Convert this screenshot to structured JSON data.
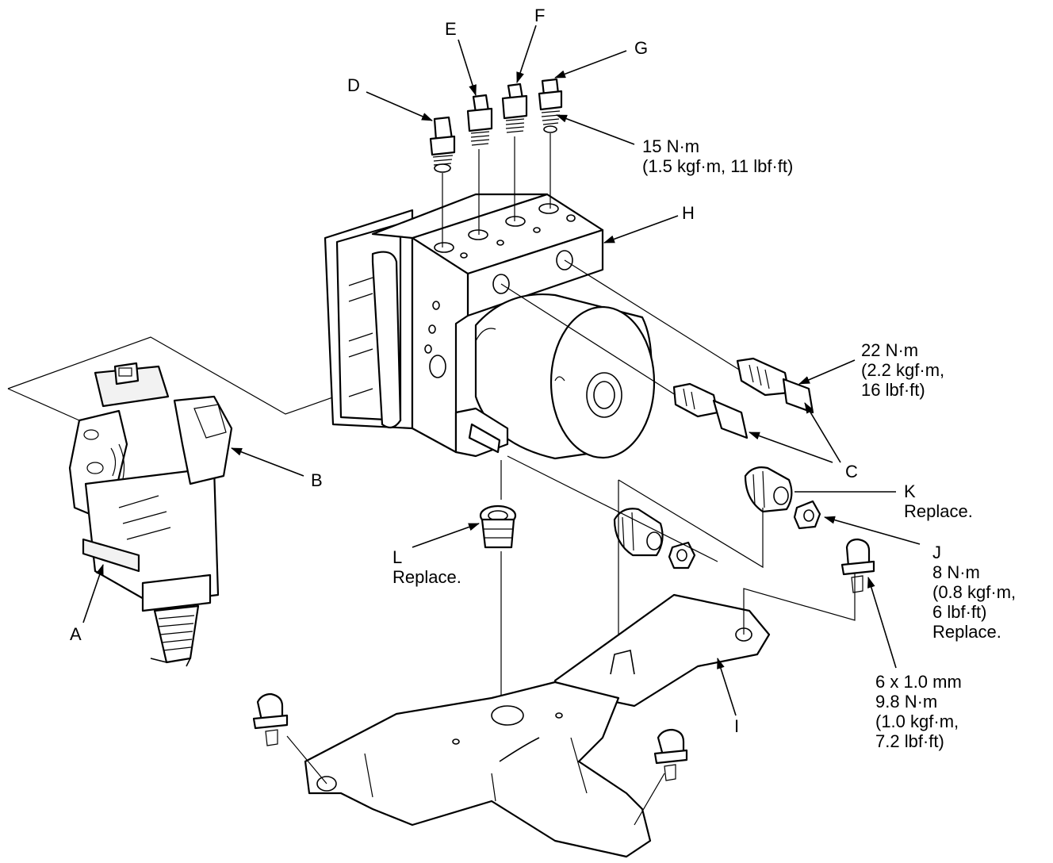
{
  "callouts": {
    "A": "A",
    "B": "B",
    "C": "C",
    "D": "D",
    "E": "E",
    "F": "F",
    "G": "G",
    "H": "H",
    "I": "I",
    "J": "J",
    "K": "K",
    "L": "L"
  },
  "notes": {
    "top_torque_1": "15 N·m",
    "top_torque_2": "(1.5 kgf·m, 11 lbf·ft)",
    "side_torque_1": "22 N·m",
    "side_torque_2": "(2.2 kgf·m,",
    "side_torque_3": "16 lbf·ft)",
    "k_replace": "Replace.",
    "l_replace": "Replace.",
    "j_1": "8 N·m",
    "j_2": "(0.8 kgf·m,",
    "j_3": "6 lbf·ft)",
    "j_4": "Replace.",
    "bolt_1": "6 x 1.0 mm",
    "bolt_2": "9.8 N·m",
    "bolt_3": "(1.0 kgf·m,",
    "bolt_4": "7.2 lbf·ft)"
  }
}
